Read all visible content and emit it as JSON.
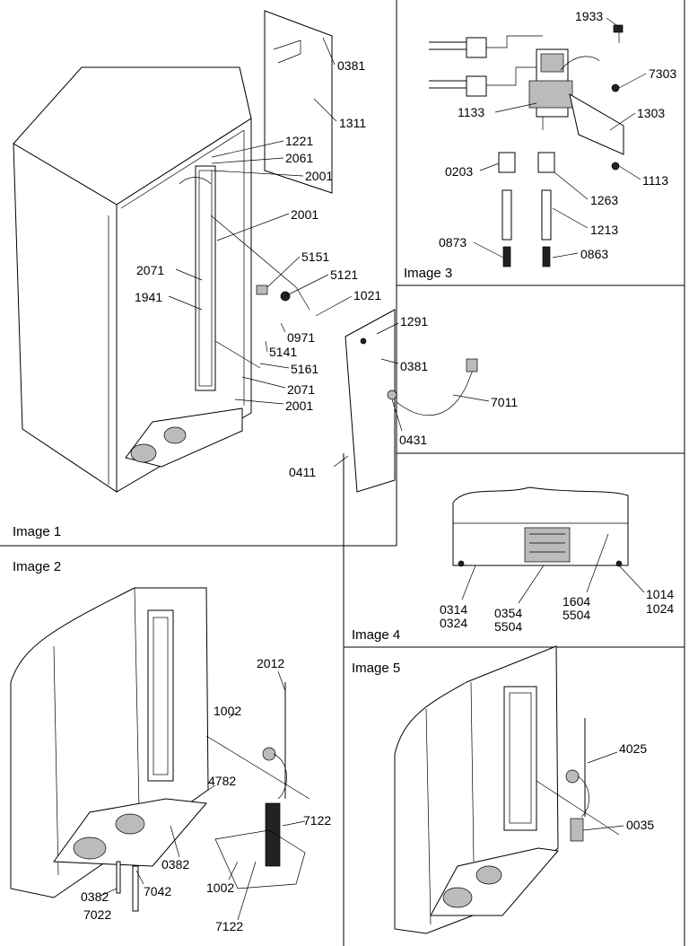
{
  "panels": [
    {
      "id": "image1",
      "caption": "Image 1"
    },
    {
      "id": "image2",
      "caption": "Image 2"
    },
    {
      "id": "image3",
      "caption": "Image 3"
    },
    {
      "id": "image4",
      "caption": "Image 4"
    },
    {
      "id": "image5",
      "caption": "Image 5"
    }
  ],
  "labels": {
    "image1": [
      "0381",
      "1311",
      "1221",
      "2061",
      "2001",
      "2001",
      "5151",
      "5121",
      "2071",
      "1941",
      "1021",
      "0971",
      "5141",
      "5161",
      "2071",
      "2001",
      "1291",
      "0381",
      "7011",
      "0431",
      "0411"
    ],
    "image2": [
      "2012",
      "1002",
      "4782",
      "7122",
      "0382",
      "0382",
      "7042",
      "7022",
      "1002",
      "7122"
    ],
    "image3": [
      "1933",
      "7303",
      "1133",
      "1303",
      "0203",
      "1113",
      "1263",
      "1213",
      "0873",
      "0863"
    ],
    "image4": [
      "0314",
      "0324",
      "0354",
      "5504",
      "1604",
      "5504",
      "1014",
      "1024"
    ],
    "image5": [
      "4025",
      "0035"
    ]
  }
}
